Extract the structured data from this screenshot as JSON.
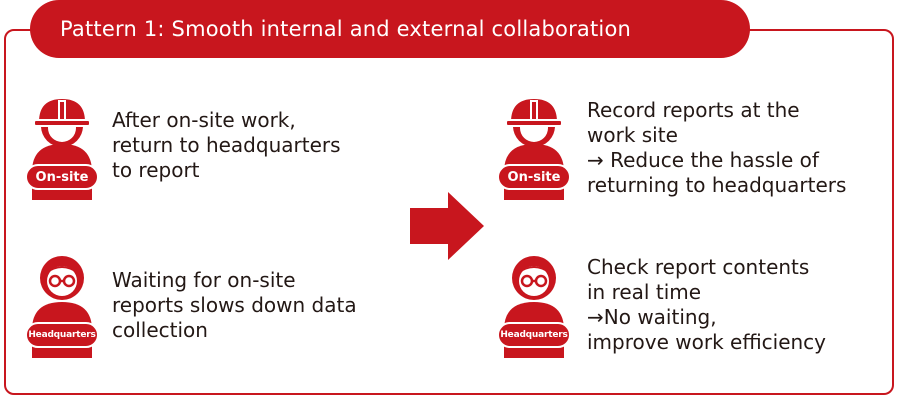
{
  "title": "Pattern 1: Smooth internal and external collaboration",
  "colors": {
    "accent": "#c8161e",
    "text": "#231815",
    "background": "#ffffff"
  },
  "before": {
    "onsite": {
      "icon": "construction-worker-icon",
      "badge": "On-site",
      "lines": [
        "After on-site work,",
        "return to headquarters",
        "to report"
      ]
    },
    "headquarters": {
      "icon": "office-worker-glasses-icon",
      "badge": "Headquarters",
      "lines": [
        "Waiting for on-site",
        "reports slows down data",
        "collection"
      ]
    }
  },
  "transition_icon": "right-arrow-icon",
  "after": {
    "onsite": {
      "icon": "construction-worker-icon",
      "badge": "On-site",
      "lines": [
        "Record reports at the",
        "work site",
        "→ Reduce the hassle of",
        "returning to headquarters"
      ]
    },
    "headquarters": {
      "icon": "office-worker-glasses-icon",
      "badge": "Headquarters",
      "lines": [
        "Check report contents",
        "in real time",
        "→No waiting,",
        "improve work efficiency"
      ]
    }
  }
}
